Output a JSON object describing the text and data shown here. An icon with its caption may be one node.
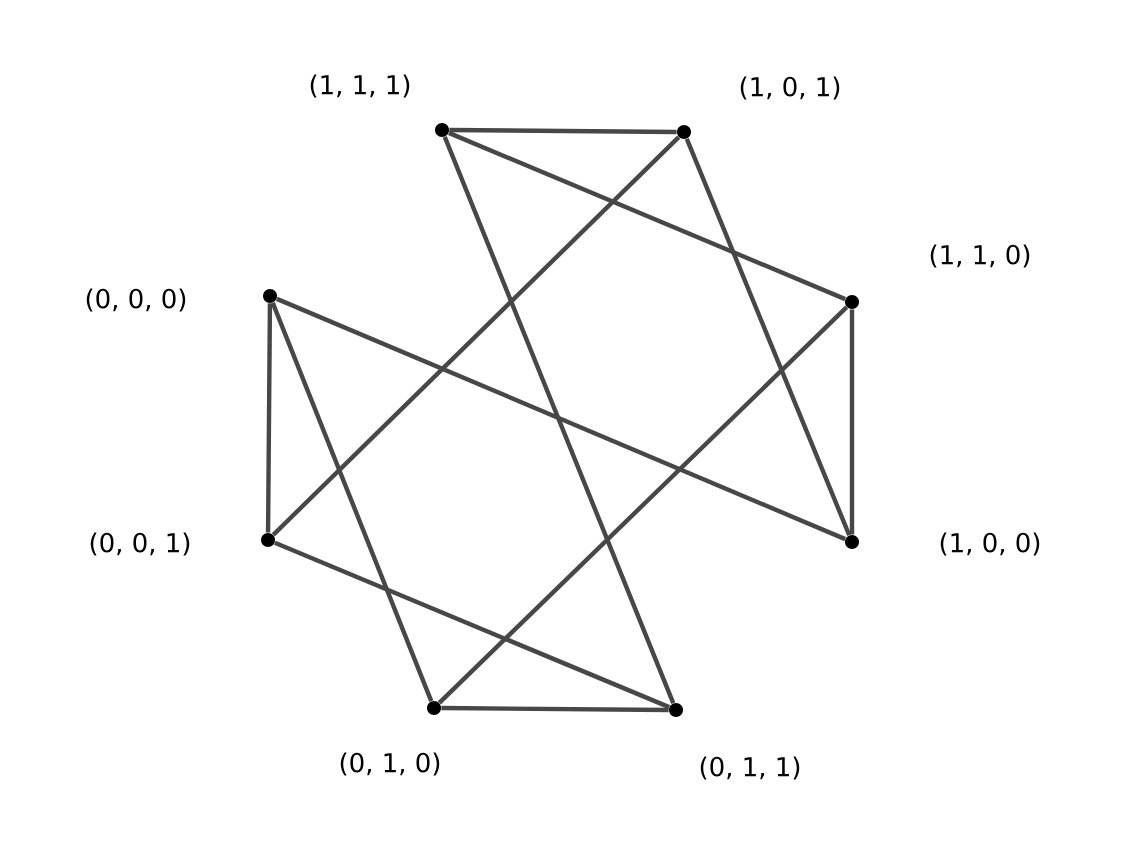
{
  "diagram": {
    "nodes": [
      {
        "text": [],
        "shape": "circle",
        "beside": [
          "(1, 1, 1)"
        ]
      },
      {
        "text": [],
        "shape": "circle",
        "beside": [
          "(1, 0, 1)"
        ]
      },
      {
        "text": [],
        "shape": "circle",
        "beside": [
          "(0, 0, 0)"
        ]
      },
      {
        "text": [],
        "shape": "circle",
        "beside": [
          "(1, 1, 0)"
        ]
      },
      {
        "text": [],
        "shape": "circle",
        "beside": [
          "(0, 0, 1)"
        ]
      },
      {
        "text": [],
        "shape": "circle",
        "beside": [
          "(1, 0, 0)"
        ]
      },
      {
        "text": [],
        "shape": "circle",
        "beside": [
          "(0, 1, 0)"
        ]
      },
      {
        "text": [],
        "shape": "circle",
        "beside": [
          "(0, 1, 1)"
        ]
      }
    ],
    "edges": [
      {
        "from": 0,
        "to": 1,
        "arrow": "none"
      },
      {
        "from": 0,
        "to": 3,
        "arrow": "none"
      },
      {
        "from": 0,
        "to": 7,
        "arrow": "none"
      },
      {
        "from": 1,
        "to": 4,
        "arrow": "none"
      },
      {
        "from": 1,
        "to": 5,
        "arrow": "none"
      },
      {
        "from": 3,
        "to": 5,
        "arrow": "none"
      },
      {
        "from": 3,
        "to": 6,
        "arrow": "none"
      },
      {
        "from": 2,
        "to": 5,
        "arrow": "none"
      },
      {
        "from": 2,
        "to": 4,
        "arrow": "none"
      },
      {
        "from": 2,
        "to": 6,
        "arrow": "none"
      },
      {
        "from": 4,
        "to": 7,
        "arrow": "none"
      },
      {
        "from": 6,
        "to": 7,
        "arrow": "none"
      }
    ]
  }
}
